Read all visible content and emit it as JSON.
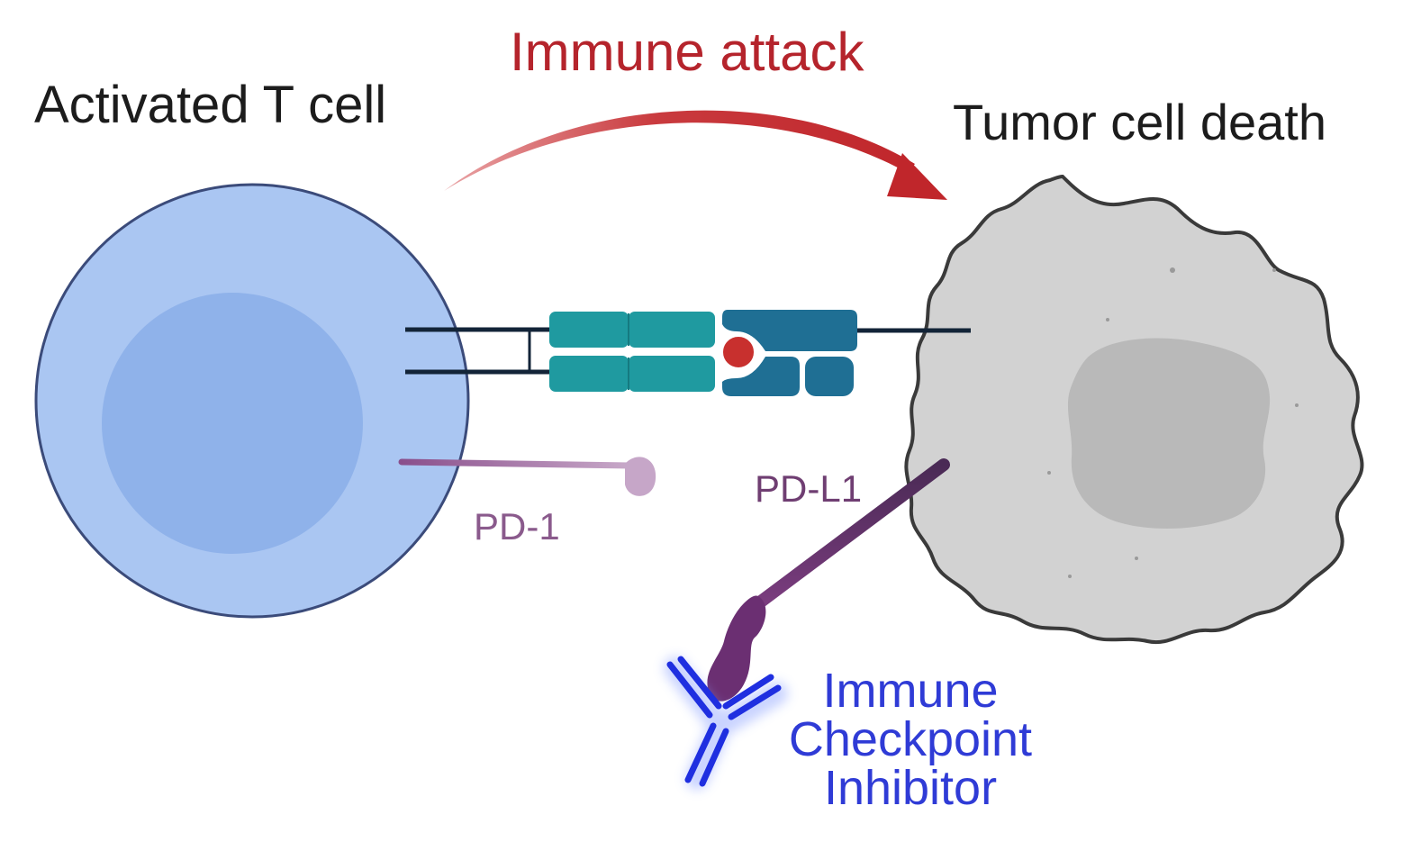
{
  "labels": {
    "immune_attack": "Immune attack",
    "activated_t_cell": "Activated T cell",
    "tumor_cell_death": "Tumor cell death",
    "pd1": "PD-1",
    "pdl1": "PD-L1",
    "inhibitor_lines": [
      "Immune",
      "Checkpoint",
      "Inhibitor"
    ]
  },
  "colors": {
    "t_cell_fill": "#aac6f2",
    "t_cell_nucleus": "#8fb2ea",
    "t_cell_outline": "#3b4b7a",
    "tumor_fill": "#d2d2d2",
    "tumor_nucleus": "#b9b9b9",
    "tumor_outline": "#3a3a3a",
    "tcr_teal": "#1f9aa0",
    "mhc_blue": "#1f6f94",
    "antigen_red": "#c8302e",
    "attack_arrow": "#c0262b",
    "pd1_color": "#9d6a9f",
    "pdl1_color": "#5c2c60",
    "antibody_blue": "#1f2fe0",
    "text_dark": "#1c1c1c",
    "inhibitor_text": "#2f3bd6"
  }
}
